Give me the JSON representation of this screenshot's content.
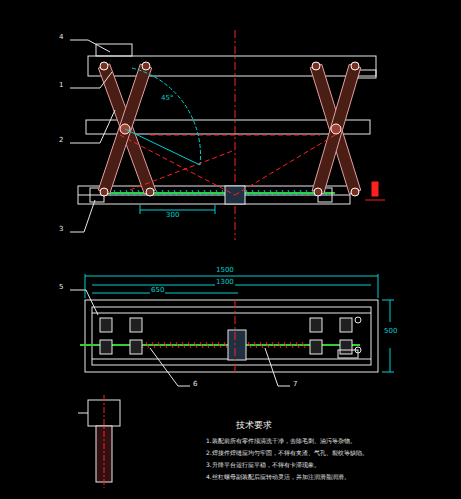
{
  "diagram": {
    "labels": [
      "1500",
      "1300",
      "650",
      "500",
      "45°",
      "300",
      "1",
      "2",
      "3",
      "4",
      "5",
      "6",
      "7",
      "技术要求",
      "1.装配前所有零件须清洗干净，去除毛刺、油污等杂物。",
      "2.焊接件焊缝应均匀牢固，不得有夹渣、气孔、裂纹等缺陷。",
      "3.升降平台运行应平稳，不得有卡滞现象。",
      "4.丝杠螺母副装配后应转动灵活，并加注润滑脂润滑。"
    ]
  }
}
